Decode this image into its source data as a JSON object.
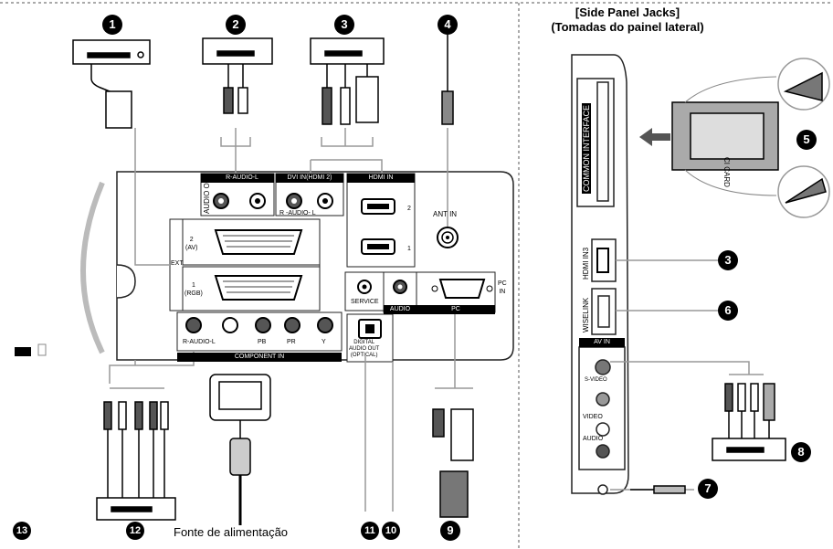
{
  "side_panel": {
    "title_en": "[Side Panel Jacks]",
    "title_pt": "(Tomadas do painel lateral)"
  },
  "rear_panel": {
    "audio_out": "AUDIO OUT",
    "audio_rl": "R-AUDIO-L",
    "dvi_in": "DVI IN(HDMI 2)",
    "dvi_audio": "R  -AUDIO-  L",
    "hdmi_in": "HDMI IN",
    "hdmi_num_2": "2",
    "hdmi_num_1": "1",
    "ant_in": "ANT IN",
    "ext": "EXT",
    "scart2": "2\n(AV)",
    "scart1": "1\n(RGB)",
    "service": "SERVICE",
    "audio": "AUDIO",
    "pc": "PC",
    "pc_in": "PC\nIN",
    "component_audio": "R-AUDIO-L",
    "pb": "PB",
    "pr": "PR",
    "y": "Y",
    "component_in": "COMPONENT IN",
    "digital_audio": "DIGITAL\nAUDIO OUT\n(OPTICAL)"
  },
  "side_jacks": {
    "common_interface": "COMMON INTERFACE",
    "ci_card": "CI CARD",
    "hdmi_in3": "HDMI IN3",
    "wiselink": "WISELINK",
    "av_in": "AV IN",
    "s_video": "S-VIDEO",
    "video": "VIDEO",
    "audio": "AUDIO"
  },
  "captions": {
    "power": "Fonte de alimentação"
  },
  "callouts": [
    "1",
    "2",
    "3",
    "4",
    "5",
    "3",
    "6",
    "8",
    "7",
    "9",
    "10",
    "11",
    "12",
    "13"
  ]
}
